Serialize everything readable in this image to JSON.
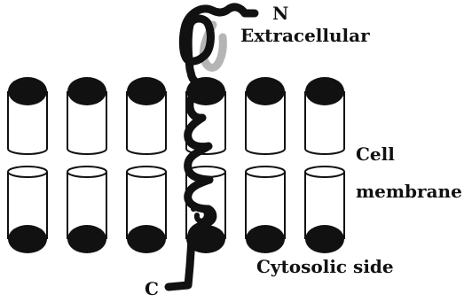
{
  "labels": {
    "n_terminus": "N",
    "extracellular": "Extracellular",
    "cell_membrane_line1": "Cell",
    "cell_membrane_line2": "membrane",
    "cytosolic": "Cytosolic side",
    "c_terminus": "C"
  },
  "colors": {
    "ink": "#111111",
    "background": "#ffffff",
    "shadow": "#b5b5b5"
  },
  "membrane": {
    "lipid_count": 6
  }
}
